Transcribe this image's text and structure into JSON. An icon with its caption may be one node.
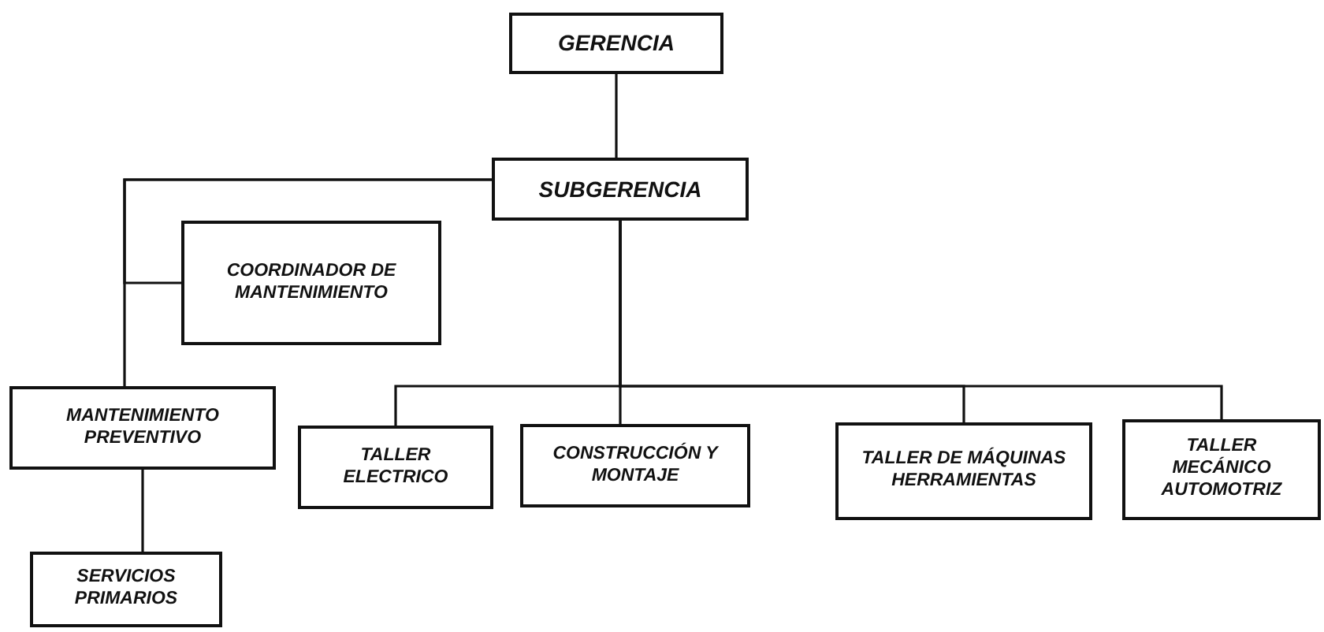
{
  "diagram": {
    "nodes": [
      {
        "text": [
          "GERENCIA"
        ]
      },
      {
        "text": [
          "SUBGERENCIA"
        ]
      },
      {
        "text": [
          "COORDINADOR DE MANTENIMIENTO"
        ]
      },
      {
        "text": [
          "MANTENIMIENTO PREVENTIVO"
        ]
      },
      {
        "text": [
          "SERVICIOS PRIMARIOS"
        ]
      },
      {
        "text": [
          "TALLER ELECTRICO"
        ]
      },
      {
        "text": [
          "CONSTRUCCIÓN Y MONTAJE"
        ]
      },
      {
        "text": [
          "TALLER DE MÁQUINAS HERRAMIENTAS"
        ]
      },
      {
        "text": [
          "TALLER MECÁNICO AUTOMOTRIZ"
        ]
      }
    ],
    "edges": [
      {
        "from": 0,
        "to": 1,
        "arrow": "none"
      },
      {
        "from": 1,
        "to": 3,
        "arrow": "none"
      },
      {
        "from": 1,
        "to": 2,
        "arrow": "none"
      },
      {
        "from": 3,
        "to": 4,
        "arrow": "none"
      },
      {
        "from": 1,
        "to": 5,
        "arrow": "none"
      },
      {
        "from": 1,
        "to": 6,
        "arrow": "none"
      },
      {
        "from": 1,
        "to": 7,
        "arrow": "none"
      },
      {
        "from": 1,
        "to": 8,
        "arrow": "none"
      }
    ]
  }
}
